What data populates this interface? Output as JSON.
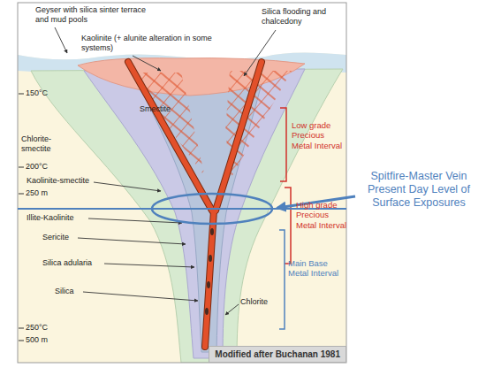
{
  "diagram": {
    "nodes": [
      {
        "text": [
          "Modified after Buchanan 1981"
        ]
      }
    ],
    "labels": [
      "Geyser with silica sinter terrace and mud pools",
      "Silica flooding and chalcedony",
      "Kaolinite (+ alunite alteration in some systems)",
      "150°C",
      "Smectite",
      "Chlorite-smectite",
      "200°C",
      "Kaolinite-smectite",
      "250 m",
      "Illite-Kaolinite",
      "Sericite",
      "Silica adularia",
      "Silica",
      "Chlorite",
      "250°C",
      "500 m",
      "Low grade Precious Metal Interval",
      "High grade Precious Metal Interval",
      "Main Base Metal Interval",
      "Spitfire-Master Vein Present Day Level of Surface Exposures"
    ]
  }
}
